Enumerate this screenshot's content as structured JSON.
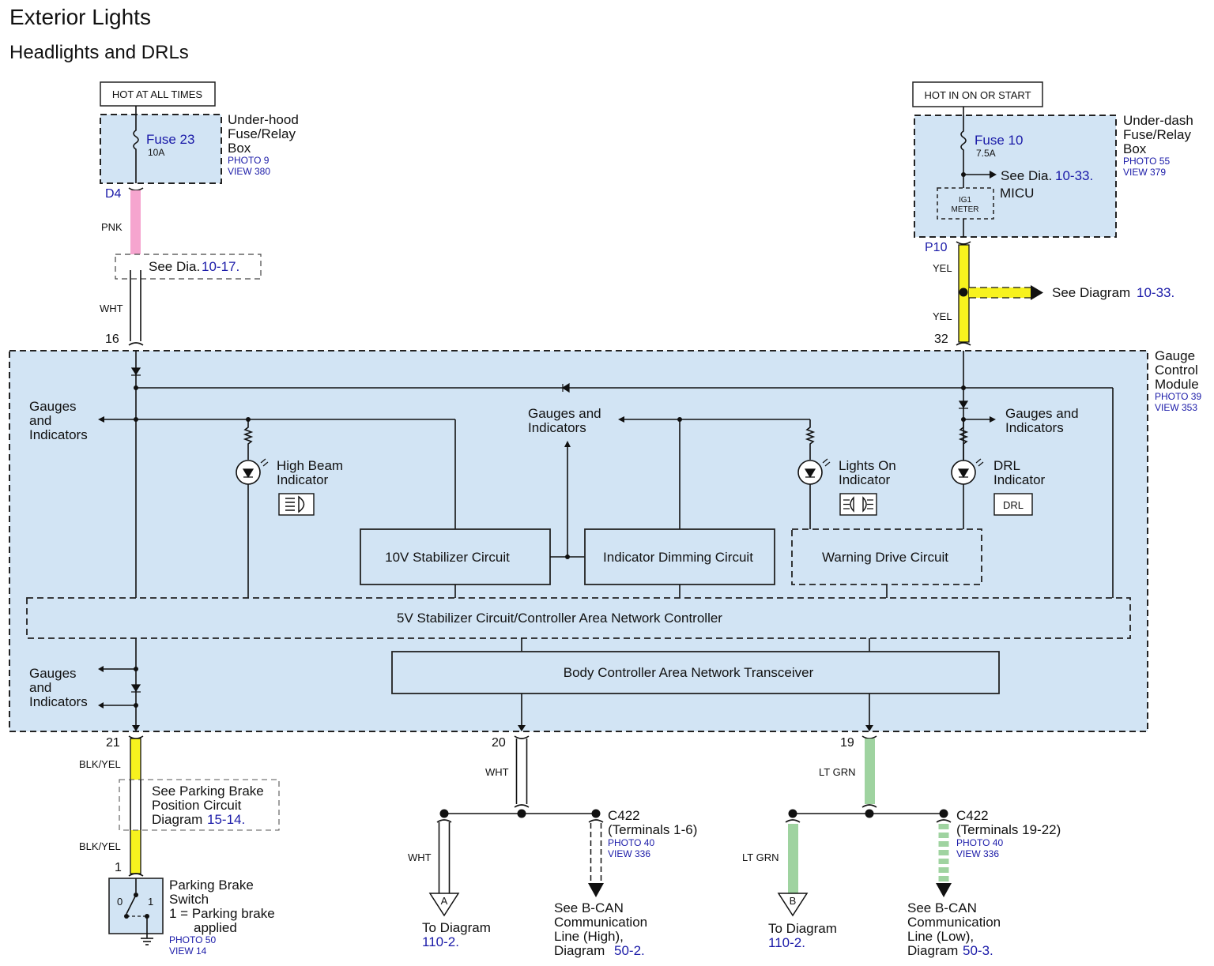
{
  "title": "Exterior Lights",
  "subtitle": "Headlights and DRLs",
  "power_left": {
    "label": "HOT AT ALL TIMES",
    "fuse": "Fuse 23",
    "rating": "10A",
    "box_name": [
      "Under-hood",
      "Fuse/Relay",
      "Box"
    ],
    "photo": "PHOTO 9",
    "view": "VIEW 380",
    "connector": "D4"
  },
  "power_right": {
    "label": "HOT IN ON OR START",
    "fuse": "Fuse 10",
    "rating": "7.5A",
    "see_prefix": "See Dia.",
    "see_ref": "10-33.",
    "micu": "MICU",
    "ig1": "IG1",
    "meter": "METER",
    "box_name": [
      "Under-dash",
      "Fuse/Relay",
      "Box"
    ],
    "photo": "PHOTO 55",
    "view": "VIEW 379",
    "connector": "P10"
  },
  "left_feed": {
    "color_top": "PNK",
    "see_prefix": "See Dia.",
    "see_ref": "10-17.",
    "color_bottom": "WHT",
    "pin": "16"
  },
  "right_feed": {
    "color_top": "YEL",
    "see_prefix": "See Diagram",
    "see_ref": "10-33.",
    "color_bottom": "YEL",
    "pin": "32"
  },
  "module": {
    "name": [
      "Gauge",
      "Control",
      "Module"
    ],
    "photo": "PHOTO 39",
    "view": "VIEW 353",
    "gauges_left_top": [
      "Gauges",
      "and",
      "Indicators"
    ],
    "gauges_center": [
      "Gauges and",
      "Indicators"
    ],
    "gauges_right": [
      "Gauges and",
      "Indicators"
    ],
    "gauges_left_bottom": [
      "Gauges",
      "and",
      "Indicators"
    ],
    "high_beam": [
      "High Beam",
      "Indicator"
    ],
    "lights_on": [
      "Lights On",
      "Indicator"
    ],
    "drl": [
      "DRL",
      "Indicator"
    ],
    "drl_symbol": "DRL",
    "stab10": "10V Stabilizer Circuit",
    "dimming": "Indicator Dimming Circuit",
    "warning": "Warning Drive Circuit",
    "stab5": "5V Stabilizer Circuit/Controller Area Network Controller",
    "transceiver": "Body Controller Area Network Transceiver"
  },
  "pin21": {
    "pin": "21",
    "color_top": "BLK/YEL",
    "see": [
      "See Parking Brake",
      "Position Circuit"
    ],
    "see_diagram_prefix": "Diagram",
    "see_ref": "15-14.",
    "color_bottom": "BLK/YEL",
    "pin_bottom": "1"
  },
  "parking_switch": {
    "name": [
      "Parking Brake",
      "Switch"
    ],
    "note1": "1 = Parking brake",
    "note2": "applied",
    "photo": "PHOTO 50",
    "view": "VIEW 14",
    "pos0": "0",
    "pos1": "1"
  },
  "pin20": {
    "pin": "20",
    "color": "WHT",
    "branch_color": "WHT",
    "marker": "A",
    "to": "To Diagram",
    "to_ref": "110-2.",
    "connector": "C422",
    "terminals": "(Terminals 1-6)",
    "photo": "PHOTO 40",
    "view": "VIEW 336",
    "see": [
      "See B-CAN",
      "Communication",
      "Line (High),"
    ],
    "see_diagram_prefix": "Diagram",
    "see_ref": "50-2."
  },
  "pin19": {
    "pin": "19",
    "color": "LT GRN",
    "branch_color": "LT GRN",
    "marker": "B",
    "to": "To Diagram",
    "to_ref": "110-2.",
    "connector": "C422",
    "terminals": "(Terminals 19-22)",
    "photo": "PHOTO 40",
    "view": "VIEW 336",
    "see": [
      "See B-CAN",
      "Communication",
      "Line (Low),"
    ],
    "see_diagram_prefix": "Diagram",
    "see_ref": "50-3."
  },
  "colors": {
    "pink_wire": "#f6a5cf",
    "yellow_wire": "#f7f21e",
    "green_wire": "#9fd3a0",
    "box_fill": "#d2e4f4",
    "reference_blue": "#1a1aa8"
  }
}
